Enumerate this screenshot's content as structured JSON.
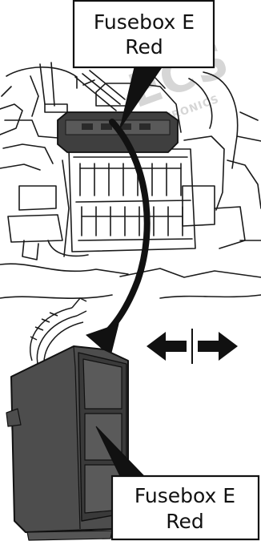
{
  "top_callout": {
    "line1": "Fusebox E",
    "line2": "Red"
  },
  "bottom_callout": {
    "line1": "Fusebox E",
    "line2": "Red"
  },
  "watermark": {
    "brand": "ECS",
    "subtitle": "ELECTRONICS"
  },
  "icons": {
    "move_direction": "left-right-arrows-icon",
    "pointer_arrow": "curved-arrow-icon"
  },
  "colors": {
    "ink": "#111111",
    "fusebox_fill": "#4a4a4a",
    "fusebox_shadow": "#2e2e2e",
    "background": "#ffffff",
    "watermark": "#cfcfcf"
  }
}
